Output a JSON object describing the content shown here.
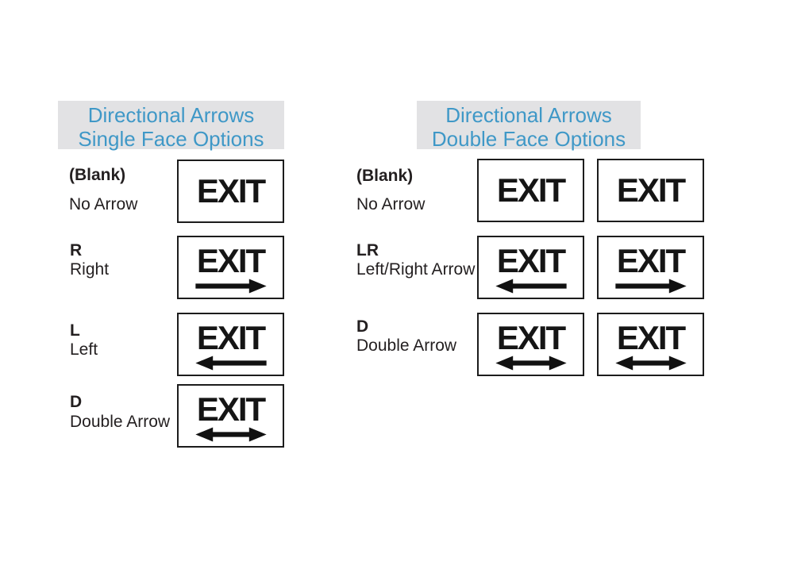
{
  "colors": {
    "header_bg": "#e2e2e4",
    "header_text": "#3f98c7",
    "body_text": "#231f20",
    "sign_border": "#1c1c1c",
    "sign_bg": "#ffffff",
    "arrow": "#111111"
  },
  "sign_text": "EXIT",
  "left_panel": {
    "header": {
      "line1": "Directional Arrows",
      "line2": "Single Face Options"
    },
    "rows": [
      {
        "code": "(Blank)",
        "label": "No Arrow",
        "arrows": [
          "none"
        ]
      },
      {
        "code": "R",
        "label": "Right",
        "arrows": [
          "right"
        ]
      },
      {
        "code": "L",
        "label": "Left",
        "arrows": [
          "left"
        ]
      },
      {
        "code": "D",
        "label": "Double Arrow",
        "arrows": [
          "double"
        ]
      }
    ]
  },
  "right_panel": {
    "header": {
      "line1": "Directional Arrows",
      "line2": "Double Face Options"
    },
    "rows": [
      {
        "code": "(Blank)",
        "label": "No Arrow",
        "arrows": [
          "none",
          "none"
        ]
      },
      {
        "code": "LR",
        "label": "Left/Right Arrow",
        "arrows": [
          "left",
          "right"
        ]
      },
      {
        "code": "D",
        "label": "Double Arrow",
        "arrows": [
          "double",
          "double"
        ]
      }
    ]
  }
}
